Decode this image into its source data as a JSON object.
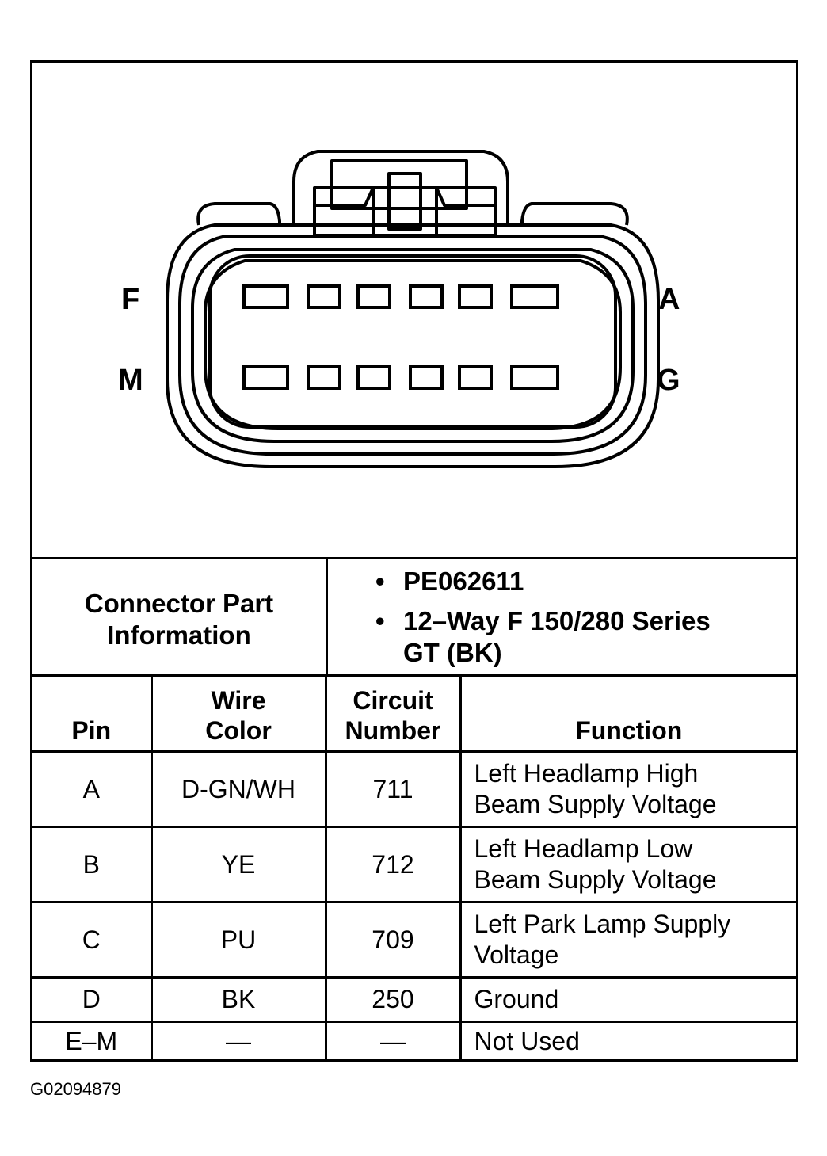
{
  "diagram": {
    "pin_labels": {
      "top_left": "F",
      "top_right": "A",
      "bottom_left": "M",
      "bottom_right": "G"
    },
    "cavity_count": 12
  },
  "connector_info": {
    "title": "Connector Part Information",
    "title_line1": "Connector Part",
    "title_line2": "Information",
    "items": [
      {
        "lines": [
          "PE062611"
        ]
      },
      {
        "lines": [
          "12–Way F 150/280 Series",
          "GT (BK)"
        ]
      }
    ]
  },
  "table": {
    "headers": {
      "pin": "Pin",
      "wire_color_line1": "Wire",
      "wire_color_line2": "Color",
      "circuit_line1": "Circuit",
      "circuit_line2": "Number",
      "function": "Function"
    },
    "rows": [
      {
        "pin": "A",
        "wire_color": "D-GN/WH",
        "circuit": "711",
        "function_line1": "Left Headlamp High",
        "function_line2": "Beam Supply Voltage"
      },
      {
        "pin": "B",
        "wire_color": "YE",
        "circuit": "712",
        "function_line1": "Left Headlamp Low",
        "function_line2": "Beam Supply Voltage"
      },
      {
        "pin": "C",
        "wire_color": "PU",
        "circuit": "709",
        "function_line1": "Left Park Lamp Supply",
        "function_line2": "Voltage"
      },
      {
        "pin": "D",
        "wire_color": "BK",
        "circuit": "250",
        "function_line1": "Ground",
        "function_line2": ""
      },
      {
        "pin": "E–M",
        "wire_color": "—",
        "circuit": "—",
        "function_line1": "Not Used",
        "function_line2": ""
      }
    ]
  },
  "footer": {
    "figure_id": "G02094879"
  }
}
